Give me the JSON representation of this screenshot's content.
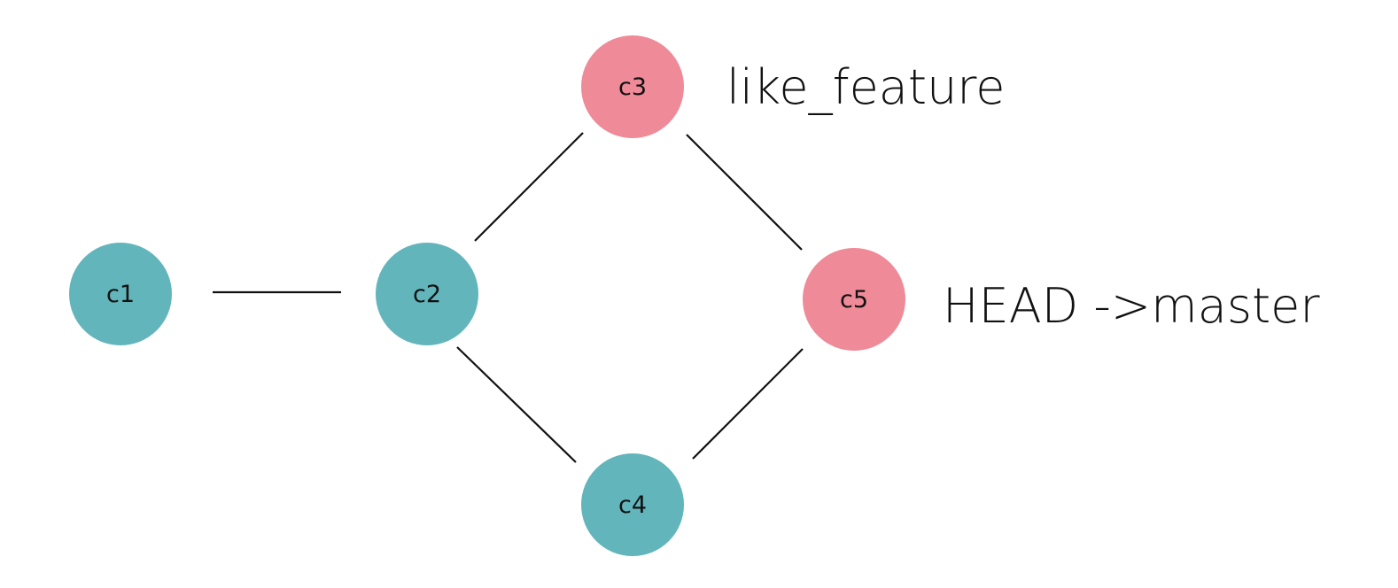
{
  "colors": {
    "common_commit": "#63b5bc",
    "branch_commit": "#ef8a98",
    "edge": "#111111",
    "background": "#ffffff"
  },
  "commits": [
    {
      "id": "c1",
      "label": "c1",
      "kind": "common_commit"
    },
    {
      "id": "c2",
      "label": "c2",
      "kind": "common_commit"
    },
    {
      "id": "c3",
      "label": "c3",
      "kind": "branch_commit"
    },
    {
      "id": "c4",
      "label": "c4",
      "kind": "common_commit"
    },
    {
      "id": "c5",
      "label": "c5",
      "kind": "branch_commit"
    }
  ],
  "edges": [
    [
      "c1",
      "c2"
    ],
    [
      "c2",
      "c3"
    ],
    [
      "c2",
      "c4"
    ],
    [
      "c3",
      "c5"
    ],
    [
      "c4",
      "c5"
    ]
  ],
  "branch_labels": {
    "like_feature": "like_feature",
    "head_master": "HEAD ->master"
  }
}
